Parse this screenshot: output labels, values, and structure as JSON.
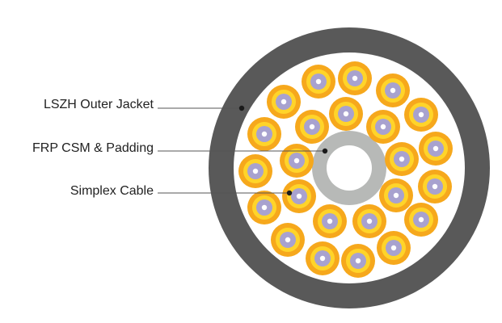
{
  "labels": {
    "outer_jacket": "LSZH Outer Jacket",
    "frp_padding": "FRP CSM & Padding",
    "simplex_cable": "Simplex Cable"
  },
  "colors": {
    "jacket": "#595959",
    "jacket_inner": "#ffffff",
    "central_member": "#b7b9b7",
    "fiber_outer": "#f6a81c",
    "fiber_mid": "#ffd42a",
    "fiber_core": "#a8a2cf",
    "fiber_center": "#ffffff",
    "leader_line": "#555555",
    "leader_dot": "#1a1a1a"
  },
  "fiber_count": 24
}
